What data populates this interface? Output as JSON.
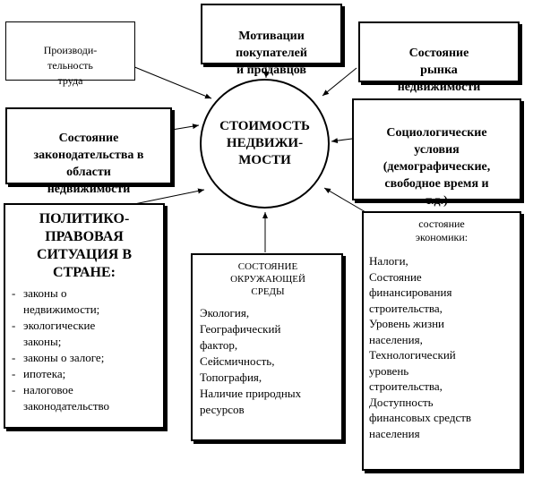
{
  "center": {
    "title": "СТОИМОСТЬ\nНЕДВИЖИ-\nМОСТИ"
  },
  "boxes": {
    "labor": {
      "text": "Производи-\nтельность\nтруда"
    },
    "motivation": {
      "text": "Мотивации\nпокупателей\nи продавцов"
    },
    "market": {
      "text": "Состояние\nрынка\nнедвижимости"
    },
    "legislation": {
      "text": "Состояние\nзаконодательства в\nобласти\nнедвижимости"
    },
    "social": {
      "text": "Социологические\nусловия\n(демографические,\nсвободное время и\nт.д.)"
    },
    "political": {
      "title": "ПОЛИТИКО-\nПРАВОВАЯ\nСИТУАЦИЯ В\nСТРАНЕ:",
      "items": [
        "законы о\nнедвижимости;",
        "экологические\nзаконы;",
        "законы о залоге;",
        "ипотека;",
        "налоговое\nзаконодательство"
      ]
    },
    "environment": {
      "title": "СОСТОЯНИЕ\nОКРУЖАЮЩЕЙ\nСРЕДЫ",
      "body": "Экология,\nГеографический\nфактор,\nСейсмичность,\nТопография,\nНаличие природных\nресурсов"
    },
    "economy": {
      "title": "состояние\nэкономики:",
      "body": "Налоги,\nСостояние\nфинансирования\nстроительства,\nУровень жизни\nнаселения,\nТехнологический\nуровень\nстроительства,\nДоступность\nфинансовых средств\nнаселения"
    }
  }
}
